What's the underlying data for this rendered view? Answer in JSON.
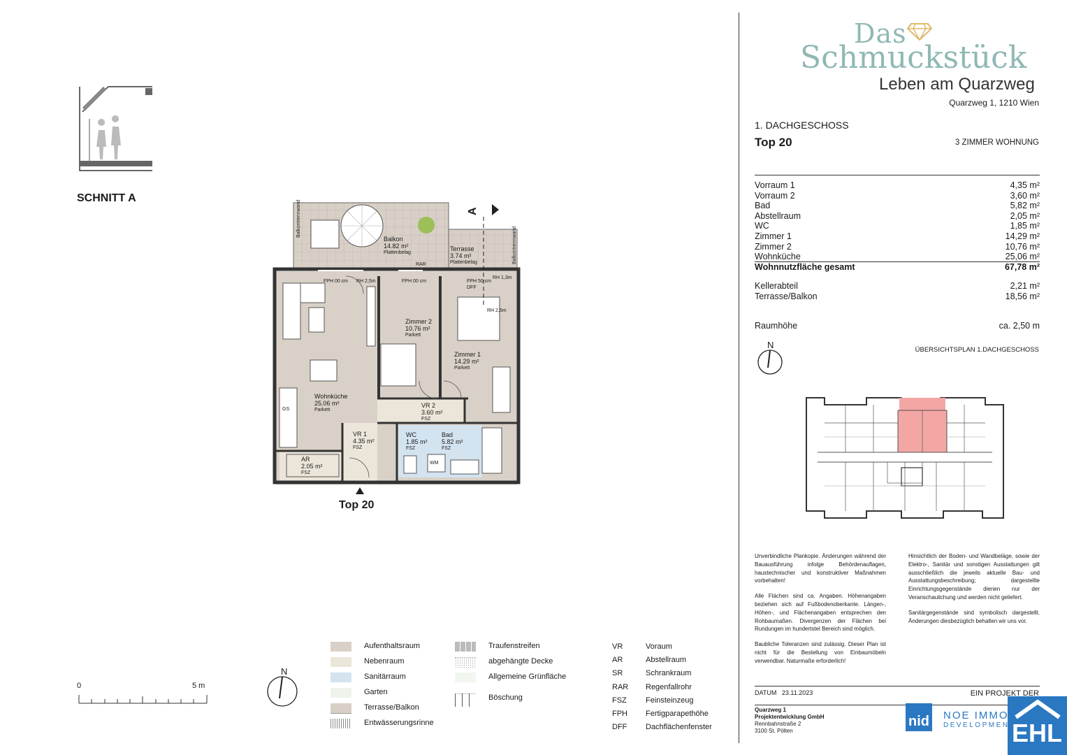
{
  "header": {
    "logo_das": "Das",
    "logo_main": "Schmuckstück",
    "logo_sub": "Leben am Quarzweg",
    "address": "Quarzweg 1, 1210 Wien"
  },
  "unit": {
    "floor": "1. DACHGESCHOSS",
    "top": "Top 20",
    "type": "3 ZIMMER WOHNUNG"
  },
  "areas": [
    {
      "name": "Vorraum 1",
      "value": "4,35 m²"
    },
    {
      "name": "Vorraum 2",
      "value": "3,60 m²"
    },
    {
      "name": "Bad",
      "value": "5,82 m²"
    },
    {
      "name": "Abstellraum",
      "value": "2,05 m²"
    },
    {
      "name": "WC",
      "value": "1,85 m²"
    },
    {
      "name": "Zimmer 1",
      "value": "14,29 m²"
    },
    {
      "name": "Zimmer 2",
      "value": "10,76 m²"
    },
    {
      "name": "Wohnküche",
      "value": "25,06 m²"
    }
  ],
  "total": {
    "name": "Wohnnutzfläche gesamt",
    "value": "67,78 m²"
  },
  "extra_areas": [
    {
      "name": "Kellerabteil",
      "value": "2,21 m²"
    },
    {
      "name": "Terrasse/Balkon",
      "value": "18,56 m²"
    }
  ],
  "height": {
    "name": "Raumhöhe",
    "value": "ca. 2,50 m"
  },
  "overview_title": "ÜBERSICHTSPLAN 1.DACHGESCHOSS",
  "north": "N",
  "section": {
    "title": "SCHNITT A",
    "marker": "A"
  },
  "plan": {
    "entry_label": "Top 20",
    "rooms": {
      "balkon": {
        "name": "Balkon",
        "area": "14.82 m²",
        "floor": "Plattenbelag"
      },
      "terrasse": {
        "name": "Terrasse",
        "area": "3.74 m²",
        "floor": "Plattenbelag"
      },
      "zimmer2": {
        "name": "Zimmer 2",
        "area": "10.76 m²",
        "floor": "Parkett"
      },
      "zimmer1": {
        "name": "Zimmer 1",
        "area": "14.29 m²",
        "floor": "Parkett"
      },
      "wohnkueche": {
        "name": "Wohnküche",
        "area": "25.06 m²",
        "floor": "Parkett"
      },
      "vr2": {
        "name": "VR 2",
        "area": "3.60 m²",
        "floor": "FSZ"
      },
      "vr1": {
        "name": "VR 1",
        "area": "4.35 m²",
        "floor": "FSZ"
      },
      "wc": {
        "name": "WC",
        "area": "1.85 m²",
        "floor": "FSZ"
      },
      "bad": {
        "name": "Bad",
        "area": "5.82 m²",
        "floor": "FSZ"
      },
      "ar": {
        "name": "AR",
        "area": "2.05 m²",
        "floor": "FSZ"
      }
    },
    "annotations": {
      "fph1": "FPH 00 cm",
      "rh1": "RH 2,5m",
      "fph2": "FPH 00 cm",
      "fph3": "FPH 50 cm",
      "rh2": "RH 1,3m",
      "dff": "DFF",
      "rh3": "RH 2,5m",
      "rar": "RAR",
      "wall1": "Balkontrennwand",
      "wall2": "Balkontrennwand",
      "wm": "WM",
      "gs": "GS"
    }
  },
  "scale": {
    "start": "0",
    "end": "5 m"
  },
  "legend": [
    {
      "label": "Aufenthaltsraum",
      "color": "#d9d0c7"
    },
    {
      "label": "Nebenraum",
      "color": "#ece6da"
    },
    {
      "label": "Sanitärraum",
      "color": "#d3e3f0"
    },
    {
      "label": "Garten",
      "color": "#eef4ec"
    },
    {
      "label": "Terrasse/Balkon",
      "color": "#d8cfc6"
    },
    {
      "label": "Entwässerungsrinne",
      "color": "#bbbbbb"
    },
    {
      "label": "Traufenstreifen",
      "color": "#cccccc"
    },
    {
      "label": "abgehängte Decke",
      "color": "#ffffff"
    },
    {
      "label": "Allgemeine Grünfläche",
      "color": "#f1f6ef"
    },
    {
      "label": "Böschung",
      "color": "#ffffff"
    }
  ],
  "abbreviations": [
    {
      "key": "VR",
      "value": "Voraum"
    },
    {
      "key": "AR",
      "value": "Abstellraum"
    },
    {
      "key": "SR",
      "value": "Schrankraum"
    },
    {
      "key": "RAR",
      "value": "Regenfallrohr"
    },
    {
      "key": "FSZ",
      "value": "Feinsteinzeug"
    },
    {
      "key": "FPH",
      "value": "Fertigparapethöhe"
    },
    {
      "key": "DFF",
      "value": "Dachflächenfenster"
    }
  ],
  "notes": {
    "left": [
      "Unverbindliche Plankopie. Änderungen während der Bauausführung infolge Behördenauflagen, haustechnischer und konstruktiver Maßnahmen vorbehalten!",
      "Alle Flächen sind ca. Angaben. Höhenangaben beziehen sich auf Fußbodenoberkante. Längen-, Höhen-, und Flächenangaben entsprechen den Rohbaumaßen. Divergenzen der Flächen bei Rundungen im hundertstel Bereich sind möglich.",
      "Baubliche Toleranzen sind zulässig. Dieser Plan ist nicht für die Bestellung von Einbaumöbeln verwendbar. Naturmaße erforderlich!"
    ],
    "right": [
      "Hinsichtlich der Boden- und Wandbeläge, sowie der Elektro-, Sanitär und sonstigen Ausstattungen gilt ausschließlich die jeweils aktuelle Bau- und Ausstattungsbeschreibung; dargestellte Einrichtungsgegenstände dienen nur der Veranschaulichung und werden nicht geliefert.",
      "Sanitärgegenstände sind symbolisch dargestellt. Änderungen diesbezüglich behalten wir uns vor."
    ]
  },
  "footer": {
    "datum_label": "DATUM",
    "datum": "23.11.2023",
    "project_of": "EIN PROJEKT DER",
    "company1": "Quarzweg 1",
    "company2": "Projektentwicklung GmbH",
    "street": "Rennbahnstraße 2",
    "city": "3100 St. Pölten",
    "nid": "nid",
    "noe1": "NOE IMMOB",
    "noe2": "DEVELOPMENT",
    "ehl": "EHL"
  }
}
